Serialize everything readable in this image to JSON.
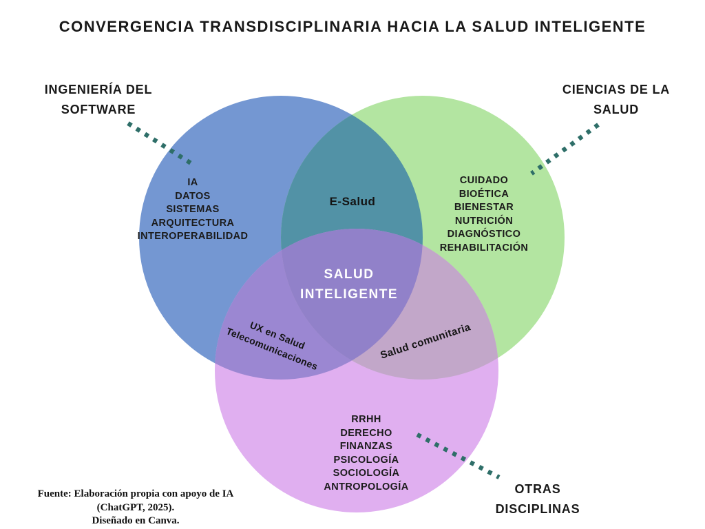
{
  "title": "CONVERGENCIA TRANSDISCIPLINARIA HACIA LA SALUD INTELIGENTE",
  "colors": {
    "software_circle": "#7497d2",
    "salud_circle": "#b3e5a1",
    "otras_circle": "#e0aff0",
    "software_salud_overlap": "#5292a6",
    "software_otras_overlap": "#9b87d2",
    "salud_otras_overlap": "#c2a7c9",
    "center_overlap": "#9181c9",
    "dotted_line": "#2e6e68"
  },
  "labels": {
    "software": {
      "line1": "INGENIERÍA DEL",
      "line2": "SOFTWARE"
    },
    "salud": {
      "line1": "CIENCIAS DE LA",
      "line2": "SALUD"
    },
    "otras": {
      "line1": "OTRAS",
      "line2": "DISCIPLINAS"
    }
  },
  "circles": {
    "software": {
      "items": [
        "IA",
        "DATOS",
        "SISTEMAS",
        "ARQUITECTURA",
        "INTEROPERABILIDAD"
      ]
    },
    "salud": {
      "items": [
        "CUIDADO",
        "BIOÉTICA",
        "BIENESTAR",
        "NUTRICIÓN",
        "DIAGNÓSTICO",
        "REHABILITACIÓN"
      ]
    },
    "otras": {
      "items": [
        "RRHH",
        "DERECHO",
        "FINANZAS",
        "PSICOLOGÍA",
        "SOCIOLOGÍA",
        "ANTROPOLOGÍA"
      ]
    }
  },
  "overlaps": {
    "software_salud": "E-Salud",
    "software_otras": {
      "line1": "UX en Salud",
      "line2": "Telecomunicaciones"
    },
    "salud_otras": "Salud comunitaria",
    "center": {
      "line1": "SALUD",
      "line2": "INTELIGENTE"
    }
  },
  "footer": {
    "line1": "Fuente: Elaboración propia con apoyo de IA",
    "line2": "(ChatGPT, 2025).",
    "line3": "Diseñado en Canva."
  }
}
